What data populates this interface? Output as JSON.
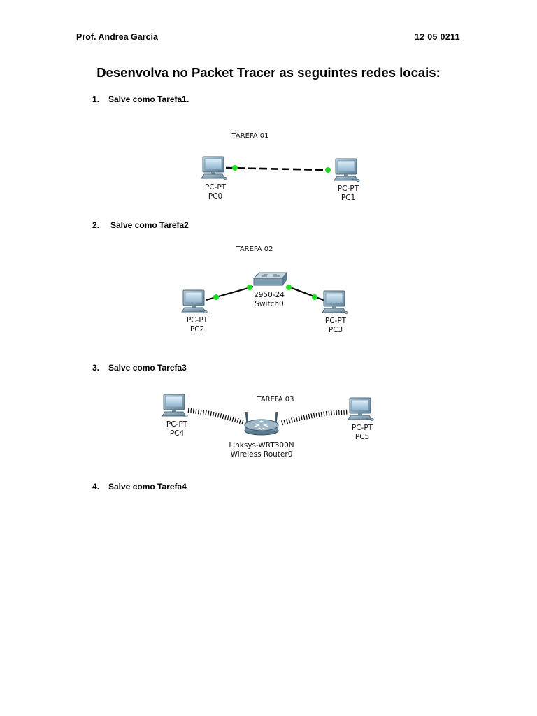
{
  "header": {
    "author": "Prof. Andrea Garcia",
    "code": "12 05 0211"
  },
  "title": "Desenvolva no Packet Tracer as seguintes redes locais:",
  "tasks": [
    {
      "number": "1.",
      "label": "Salve como Tarefa1."
    },
    {
      "number": "2.",
      "label": "Salve como Tarefa2"
    },
    {
      "number": "3.",
      "label": "Salve como Tarefa3"
    },
    {
      "number": "4.",
      "label": "Salve como Tarefa4"
    }
  ],
  "diagrams": {
    "tarefa1": {
      "caption": "TAREFA 01",
      "pc0": {
        "type": "PC-PT",
        "name": "PC0"
      },
      "pc1": {
        "type": "PC-PT",
        "name": "PC1"
      }
    },
    "tarefa2": {
      "caption": "TAREFA 02",
      "switch": {
        "model": "2950-24",
        "name": "Switch0"
      },
      "pc2": {
        "type": "PC-PT",
        "name": "PC2"
      },
      "pc3": {
        "type": "PC-PT",
        "name": "PC3"
      }
    },
    "tarefa3": {
      "caption": "TAREFA 03",
      "router": {
        "model": "Linksys-WRT300N",
        "name": "Wireless Router0"
      },
      "pc4": {
        "type": "PC-PT",
        "name": "PC4"
      },
      "pc5": {
        "type": "PC-PT",
        "name": "PC5"
      }
    }
  },
  "colors": {
    "link_up": "#22dd22",
    "cable": "#000000",
    "device": "#6a8fa8"
  }
}
